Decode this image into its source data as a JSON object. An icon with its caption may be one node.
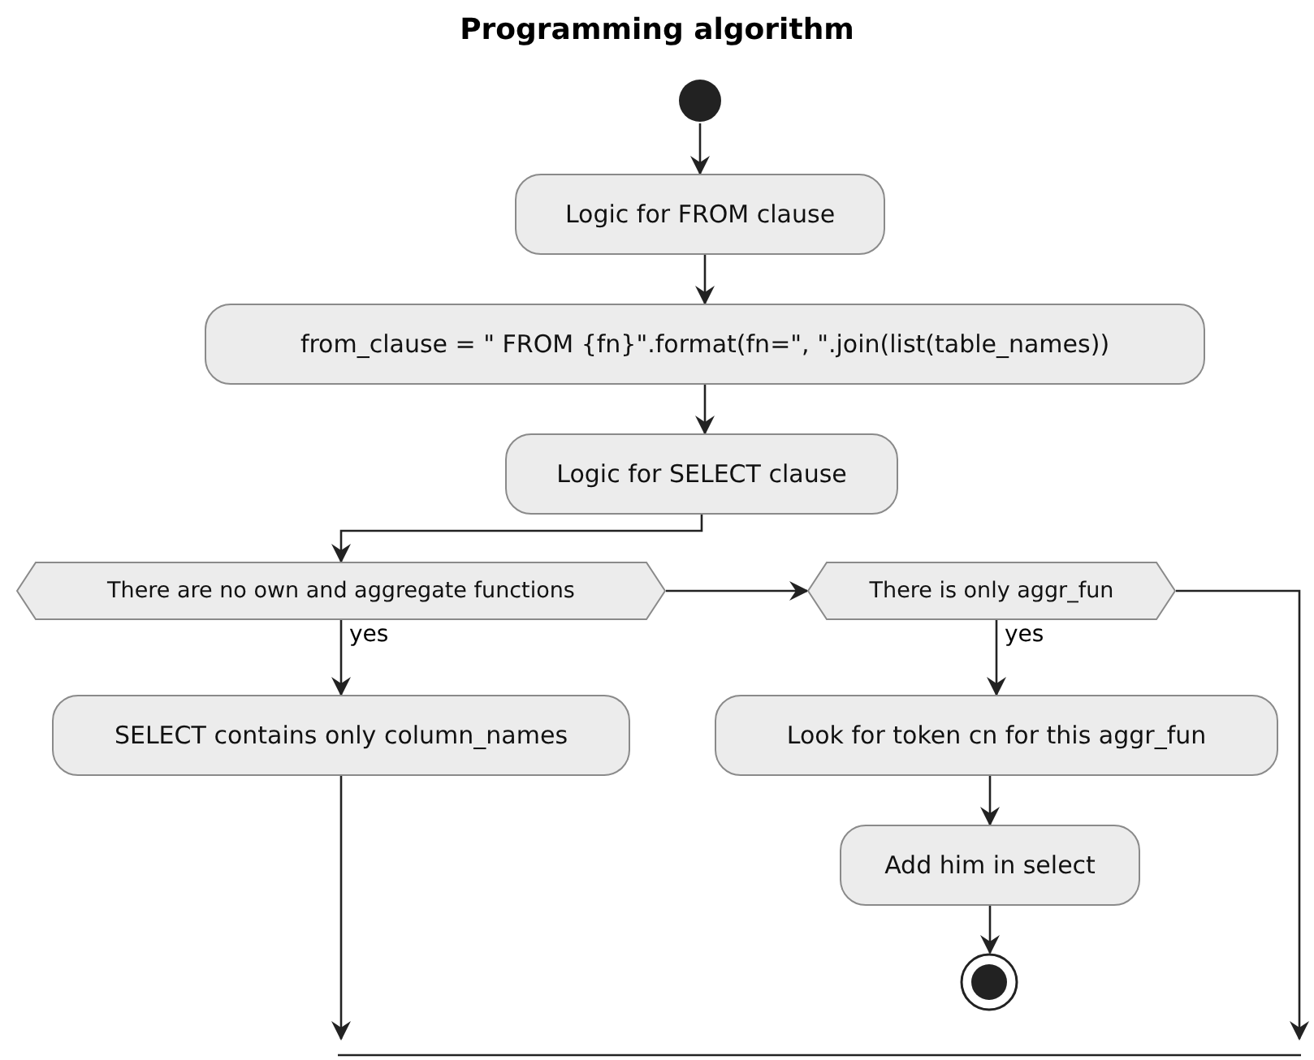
{
  "diagram": {
    "title": "Programming algorithm",
    "nodes": [
      {
        "text": [],
        "shape": "circle"
      },
      {
        "text": [
          "Logic for FROM clause"
        ]
      },
      {
        "text": [
          "from_clause = \" FROM {fn}\".format(fn=\", \".join(list(table_names))"
        ]
      },
      {
        "text": [
          "Logic for SELECT clause"
        ]
      },
      {
        "text": [
          "There are no own and aggregate functions"
        ]
      },
      {
        "text": [
          "There is only aggr_fun"
        ]
      },
      {
        "text": [
          "SELECT contains only column_names"
        ]
      },
      {
        "text": [
          "Look for token cn for this aggr_fun"
        ]
      },
      {
        "text": [
          "Add him in select"
        ]
      },
      {
        "text": [],
        "shape": "circle"
      }
    ],
    "edges": [
      {
        "from": 0,
        "to": 1,
        "arrow": "to"
      },
      {
        "from": 1,
        "to": 2,
        "arrow": "to"
      },
      {
        "from": 2,
        "to": 3,
        "arrow": "to"
      },
      {
        "from": 3,
        "to": 4,
        "arrow": "to"
      },
      {
        "from": 4,
        "to": 5,
        "arrow": "to"
      },
      {
        "from": 4,
        "to": 6,
        "arrow": "to",
        "label": "yes"
      },
      {
        "from": 5,
        "to": 7,
        "arrow": "to",
        "label": "yes"
      },
      {
        "from": 7,
        "to": 8,
        "arrow": "to"
      },
      {
        "from": 8,
        "to": 9,
        "arrow": "to"
      },
      {
        "from": 6,
        "to": null,
        "arrow": "to"
      },
      {
        "from": 5,
        "to": null,
        "arrow": "to"
      }
    ]
  }
}
